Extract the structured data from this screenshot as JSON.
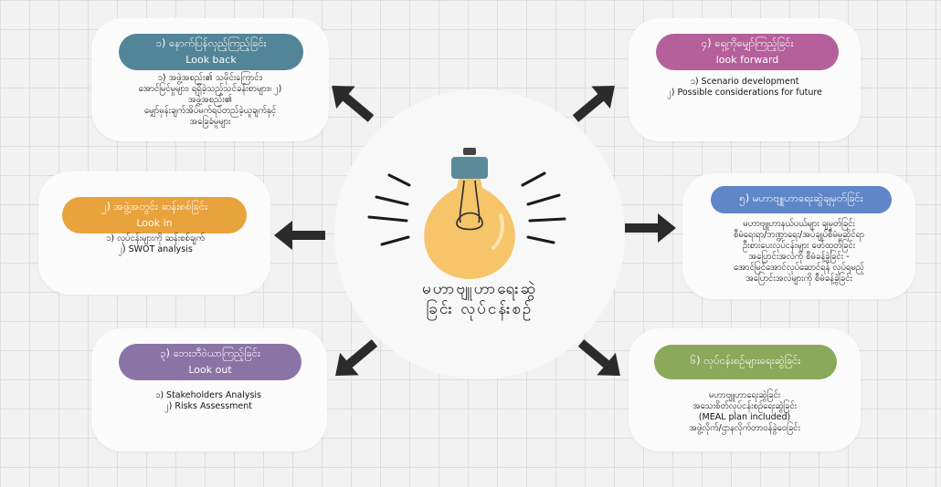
{
  "center": {
    "title_line1": "မဟာဗျူဟာရေးဆွဲ",
    "title_line2": "ခြင်း လုပ်ငန်းစဉ်"
  },
  "steps": [
    {
      "title": "၁) နောက်ပြန်လှည့်ကြည့်ခြင်း",
      "subtitle": "Look back",
      "color": "#518597",
      "lines": [
        "၁) အဖွဲ့အစည်း၏ သမိုင်းကြောင်း၊",
        "အောင်မြင်မှုများ၊ ရရှိခဲ့သည့်သင်ခန်းစာများ။ ၂)",
        "အဖွဲ့အစည်း၏",
        "မျှော်မှန်းချက်အိပ်မက်ရပ်တည်ခဲ့ယူချက်နှင့်",
        "အခြေခံမူများ"
      ]
    },
    {
      "title": "၂) အဖွဲ့အတွင်း ဆန်းစစ်ခြင်း",
      "subtitle": "Look in",
      "color": "#e8a33d",
      "lines": [
        "၁) လုပ်ငန်းများကို ဆန်းစစ်ချက်",
        "၂) SWOT analysis"
      ]
    },
    {
      "title": "၃) ဘေးဘီဝဲယာကြည့်ခြင်း",
      "subtitle": "Look out",
      "color": "#8c73a6",
      "lines": [
        "၁) Stakeholders Analysis",
        "၂) Risks Assessment"
      ]
    },
    {
      "title": "၄) ရှေ့ကိုမျှော်ကြည့်ခြင်း",
      "subtitle": "look forward",
      "color": "#b5609b",
      "lines": [
        "၁) Scenario development",
        "၂) Possible considerations for future"
      ]
    },
    {
      "title": "၅) မဟာဗျူဟာရေးဆွဲချမှတ်ခြင်း",
      "subtitle": "",
      "color": "#5f86c6",
      "lines": [
        "မဟာဗျူဟာနယ်ပယ်များ ချမှတ်ခြင်း",
        "စီမံရေးရာ/ဘဏ္ဍာရေး/အပ်ချုပ်စီမံမှုဆိုင်ရာ",
        "ဦးစားပေးလုပ်ငန်းများ ဖော်ထုတ်ခြင်း",
        "အပြောင်းအလဲကို စီမံခန့်ခွဲခြင်း -",
        "အောင်မြင်အောင်လုပ်ဆောင်ရန် လုပ်ရမည့်",
        "အပြောင်းအလဲများကို စီမံခန့်ခွဲခြင်း"
      ]
    },
    {
      "title": "၆) လုပ်ငန်းစဉ်များရေးဆွဲခြင်း",
      "subtitle": "",
      "color": "#8aa95a",
      "lines": [
        "မဟာဗျူဟာရေးဆွဲခြင်း",
        "အသေးစိတ်လုပ်ငန်းစဉ်ရေးဆွဲခြင်း",
        "(MEAL plan included)",
        "အဖွဲ့လိုက်/ဌာနလိုက်တာဝန်ခွဲဝေခြင်း"
      ]
    }
  ],
  "colors": {
    "arrow": "#2b2b2b",
    "bulb": "#f6c469",
    "bulb_cap": "#5b8b9b"
  }
}
